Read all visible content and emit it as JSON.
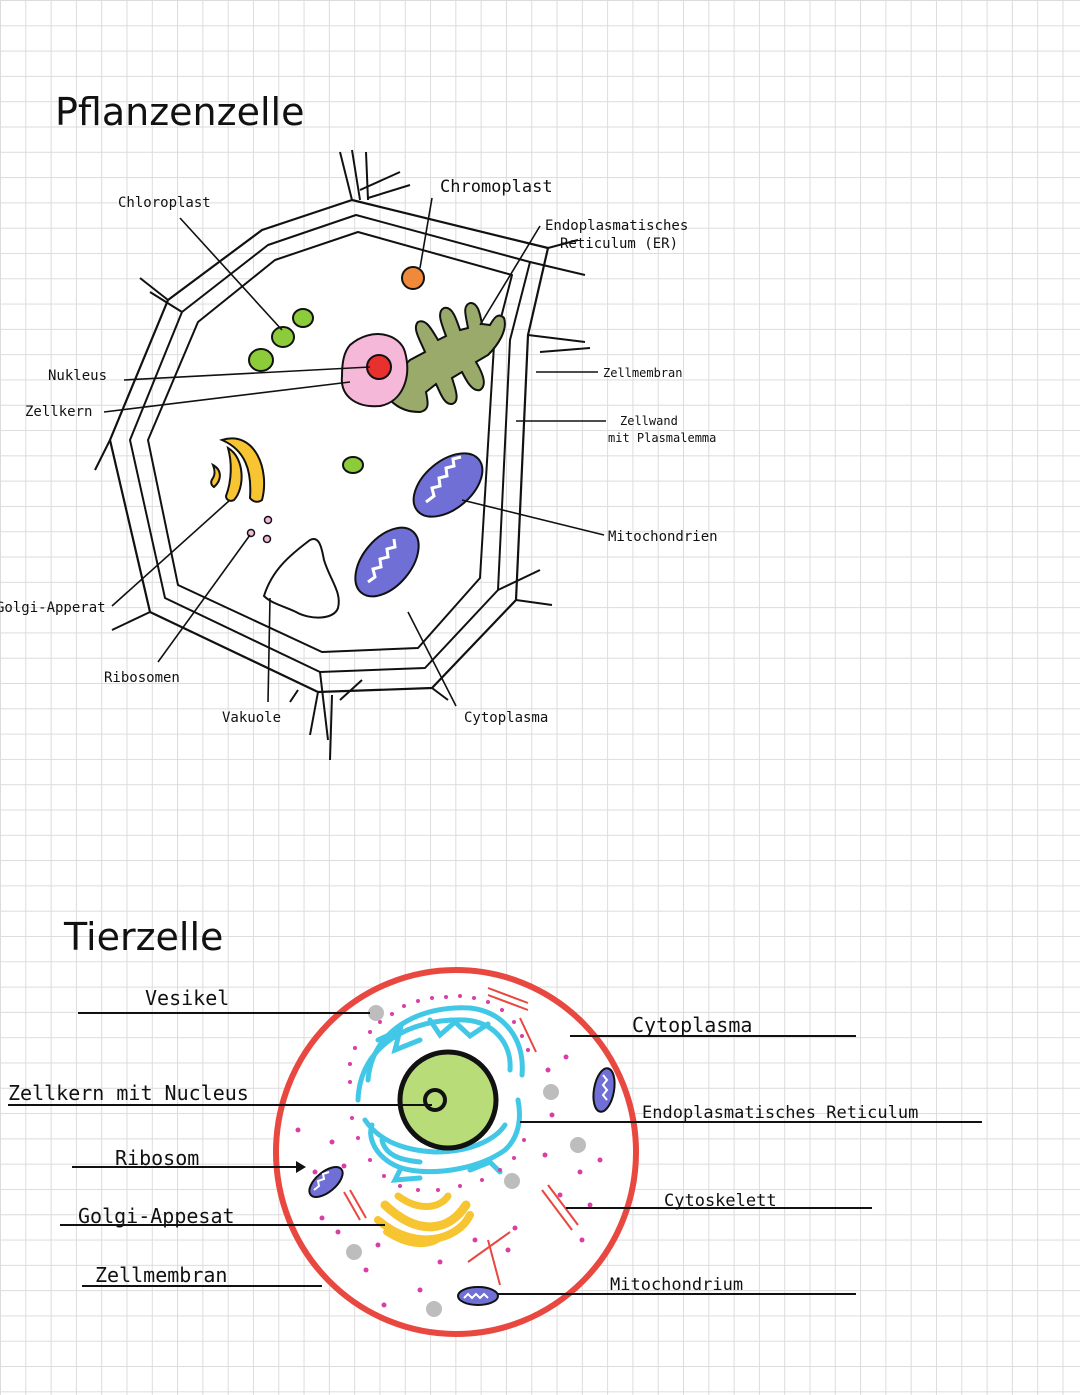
{
  "plant_cell": {
    "title": "Pflanzenzelle",
    "labels": {
      "chloroplast": "Chloroplast",
      "chromoplast": "Chromoplast",
      "er_line1": "Endoplasmatisches",
      "er_line2": "Reticulum (ER)",
      "nukleus": "Nukleus",
      "zellkern": "Zellkern",
      "zellmembran": "Zellmembran",
      "zellwand_line1": "Zellwand",
      "zellwand_line2": "mit Plasmalemma",
      "mitochondrien": "Mitochondrien",
      "golgi": "Golgi-Apperat",
      "ribosomen": "Ribosomen",
      "vakuole": "Vakuole",
      "cytoplasma": "Cytoplasma"
    }
  },
  "animal_cell": {
    "title": "Tierzelle",
    "labels": {
      "vesikel": "Vesikel",
      "zellkern": "Zellkern mit Nucleus",
      "ribosom": "Ribosom",
      "golgi": "Golgi-Appesat",
      "zellmembran": "Zellmembran",
      "cytoplasma": "Cytoplasma",
      "er": "Endoplasmatisches Reticulum",
      "cytoskelett": "Cytoskelett",
      "mitochondrium": "Mitochondrium"
    }
  },
  "colors": {
    "chloroplast": "#8ccc3a",
    "chromoplast": "#f08a3a",
    "nucleus_outer": "#f6b8d8",
    "nucleolus": "#e8302e",
    "er_plant": "#9aaa6a",
    "mitochondria": "#6f6fd6",
    "golgi": "#f7c531",
    "membrane_animal": "#e8483f",
    "er_animal": "#42c8e6",
    "nucleus_animal": "#b8dc78",
    "ribosome_dots": "#d93ea6",
    "vesicle": "#bdbdbd"
  }
}
